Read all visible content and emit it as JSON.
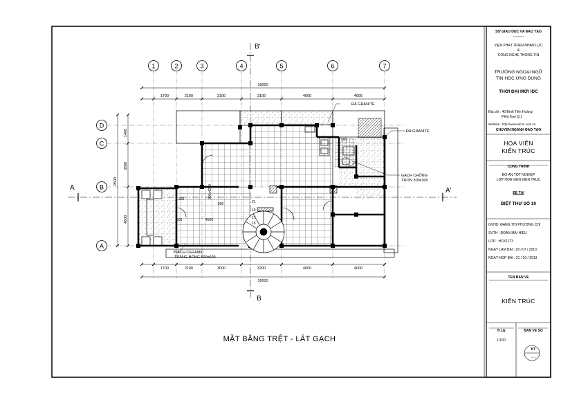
{
  "drawing": {
    "title": "MẶT BẰNG TRỆT - LÁT GẠCH",
    "grid_columns": [
      "1",
      "2",
      "3",
      "4",
      "5",
      "6",
      "7"
    ],
    "grid_rows": [
      "D",
      "C",
      "B",
      "A"
    ],
    "section_b_top": "B'",
    "section_b_bottom": "B",
    "section_a_left": "A",
    "section_a_right": "A'",
    "dims_top_total": "18000",
    "dims_top": [
      "1700",
      "2100",
      "3100",
      "3100",
      "4000",
      "4000"
    ],
    "dims_bottom_total": "18000",
    "dims_bottom": [
      "1700",
      "2100",
      "3000",
      "3200",
      "4000",
      "4000"
    ],
    "dims_left_total": "9500",
    "dims_left": [
      "1400",
      "3500",
      "4600"
    ],
    "notes": {
      "granite1": "ĐÁ GRANITE",
      "granite2": "ĐÁ GRANITE",
      "anti_slip_1": "GẠCH CHỐNG",
      "anti_slip_2": "TRƠN 300x300",
      "ceramic_1": "GẠCH CERAMIC",
      "ceramic_2": "TRẮNG BÓNG 600x600",
      "d300a": "300",
      "d300b": "300",
      "d500a": "500",
      "d500b": "500",
      "d4500": "4500",
      "d4200": "300x4200",
      "stairs": [
        "21",
        "19",
        "17",
        "15"
      ]
    }
  },
  "title_block": {
    "org1": "SỞ GIÁO DỤC VÀ ĐÀO TẠO",
    "org_line": "---------",
    "inst1": "VIỆN PHÁT TRIỂN NHÂN LỰC",
    "inst_amp": "&",
    "inst2": "CÔNG NGHỆ THÔNG TIN",
    "school1": "TRƯỜNG NGOẠI NGỮ",
    "school2": "TIN HỌC ỨNG DỤNG",
    "school_brand": "THỜI ĐẠI MỚI IDC",
    "address1": "Địa chỉ : 40 Đinh Tiên Hoàng",
    "address2": "P.Đa Kao    Q.1",
    "website": "Website : http://www.idcvn.com.vn",
    "major_label": "CHUYÊN NGÀNH ĐÀO TẠO",
    "major1": "HỌA VIÊN",
    "major2": "KIẾN TRÚC",
    "project_label": "CÔNG TRÌNH",
    "project1": "ĐỒ ÁN TỐT NGHIỆP",
    "project2": "LỚP HỌA VIÊN KIẾN TRÚC",
    "topic_label": "ĐỀ TÀI",
    "topic": "BIỆT THỰ SỐ 10",
    "gvhd": "GVHD: ĐẶNG THỊ PHƯƠNG CHI",
    "svth": "SVTH : ĐOÀN MAI HIẾU",
    "lop": "LỚP     : HCK11T3",
    "ngay_lam": "NGÀY LÀM BÀI    : 29 / 07 / 2013",
    "ngay_nop": "NGÀY NỘP BÀI    : 21 / 10 / 2013",
    "sheet_name_label": "TÊN BẢN VẼ",
    "sheet_name": "KIẾN TRÚC",
    "scale_label": "TỈ LỆ",
    "scale": "1/100",
    "sheet_no_label": "BẢN VẼ SỐ",
    "sheet_no": "KT",
    "sheet_no_dots": "....."
  }
}
